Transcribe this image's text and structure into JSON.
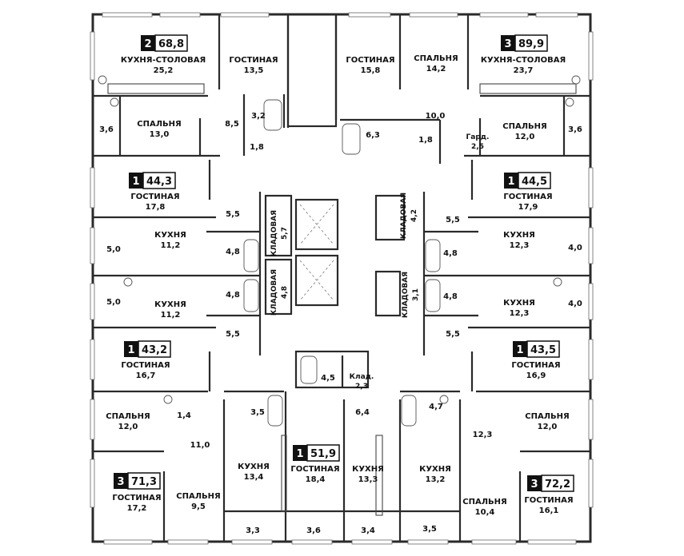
{
  "colors": {
    "wall": "#2a2a2a",
    "badge": "#111111",
    "paper": "#ffffff"
  },
  "apartments": [
    {
      "id": "apt-2-68-8",
      "rooms": "2",
      "area": "68,8"
    },
    {
      "id": "apt-3-89-9",
      "rooms": "3",
      "area": "89,9"
    },
    {
      "id": "apt-1-44-3",
      "rooms": "1",
      "area": "44,3"
    },
    {
      "id": "apt-1-44-5",
      "rooms": "1",
      "area": "44,5"
    },
    {
      "id": "apt-1-43-2",
      "rooms": "1",
      "area": "43,2"
    },
    {
      "id": "apt-1-43-5",
      "rooms": "1",
      "area": "43,5"
    },
    {
      "id": "apt-1-51-9",
      "rooms": "1",
      "area": "51,9"
    },
    {
      "id": "apt-3-71-3",
      "rooms": "3",
      "area": "71,3"
    },
    {
      "id": "apt-3-72-2",
      "rooms": "3",
      "area": "72,2"
    }
  ],
  "room_labels": [
    {
      "name": "КУХНЯ-СТОЛОВАЯ",
      "area": "25,2"
    },
    {
      "name": "ГОСТИНАЯ",
      "area": "13,5"
    },
    {
      "name": "ГОСТИНАЯ",
      "area": "15,8"
    },
    {
      "name": "СПАЛЬНЯ",
      "area": "14,2"
    },
    {
      "name": "КУХНЯ-СТОЛОВАЯ",
      "area": "23,7"
    },
    {
      "name": "СПАЛЬНЯ",
      "area": "13,0"
    },
    {
      "name": "СПАЛЬНЯ",
      "area": "12,0"
    },
    {
      "name": "Гард.",
      "area": "2,5"
    },
    {
      "name": "ГОСТИНАЯ",
      "area": "17,8"
    },
    {
      "name": "ГОСТИНАЯ",
      "area": "17,9"
    },
    {
      "name": "КУХНЯ",
      "area": "11,2"
    },
    {
      "name": "КУХНЯ",
      "area": "12,3"
    },
    {
      "name": "КУХНЯ",
      "area": "11,2"
    },
    {
      "name": "КУХНЯ",
      "area": "12,3"
    },
    {
      "name": "ГОСТИНАЯ",
      "area": "16,7"
    },
    {
      "name": "ГОСТИНАЯ",
      "area": "16,9"
    },
    {
      "name": "Клад.",
      "area": "2,3"
    },
    {
      "name": "СПАЛЬНЯ",
      "area": "12,0"
    },
    {
      "name": "СПАЛЬНЯ",
      "area": "12,0"
    },
    {
      "name": "КУХНЯ",
      "area": "13,4"
    },
    {
      "name": "ГОСТИНАЯ",
      "area": "18,4"
    },
    {
      "name": "КУХНЯ",
      "area": "13,3"
    },
    {
      "name": "КУХНЯ",
      "area": "13,2"
    },
    {
      "name": "ГОСТИНАЯ",
      "area": "17,2"
    },
    {
      "name": "СПАЛЬНЯ",
      "area": "9,5"
    },
    {
      "name": "СПАЛЬНЯ",
      "area": "10,4"
    },
    {
      "name": "ГОСТИНАЯ",
      "area": "16,1"
    }
  ],
  "vertical_labels": [
    {
      "name": "КЛАДОВАЯ",
      "area": "5,7"
    },
    {
      "name": "КЛАДОВАЯ",
      "area": "4,8"
    },
    {
      "name": "КЛАДОВАЯ",
      "area": "4,2"
    },
    {
      "name": "КЛАДОВАЯ",
      "area": "3,1"
    }
  ],
  "small_areas": [
    "3,2",
    "8,5",
    "1,8",
    "6,3",
    "1,8",
    "10,0",
    "3,6",
    "3,6",
    "5,5",
    "5,5",
    "5,0",
    "4,8",
    "4,8",
    "4,0",
    "5,0",
    "4,8",
    "4,8",
    "4,0",
    "5,5",
    "5,5",
    "4,5",
    "1,4",
    "3,5",
    "6,4",
    "4,7",
    "11,0",
    "12,3",
    "3,3",
    "3,6",
    "3,4",
    "3,5"
  ]
}
